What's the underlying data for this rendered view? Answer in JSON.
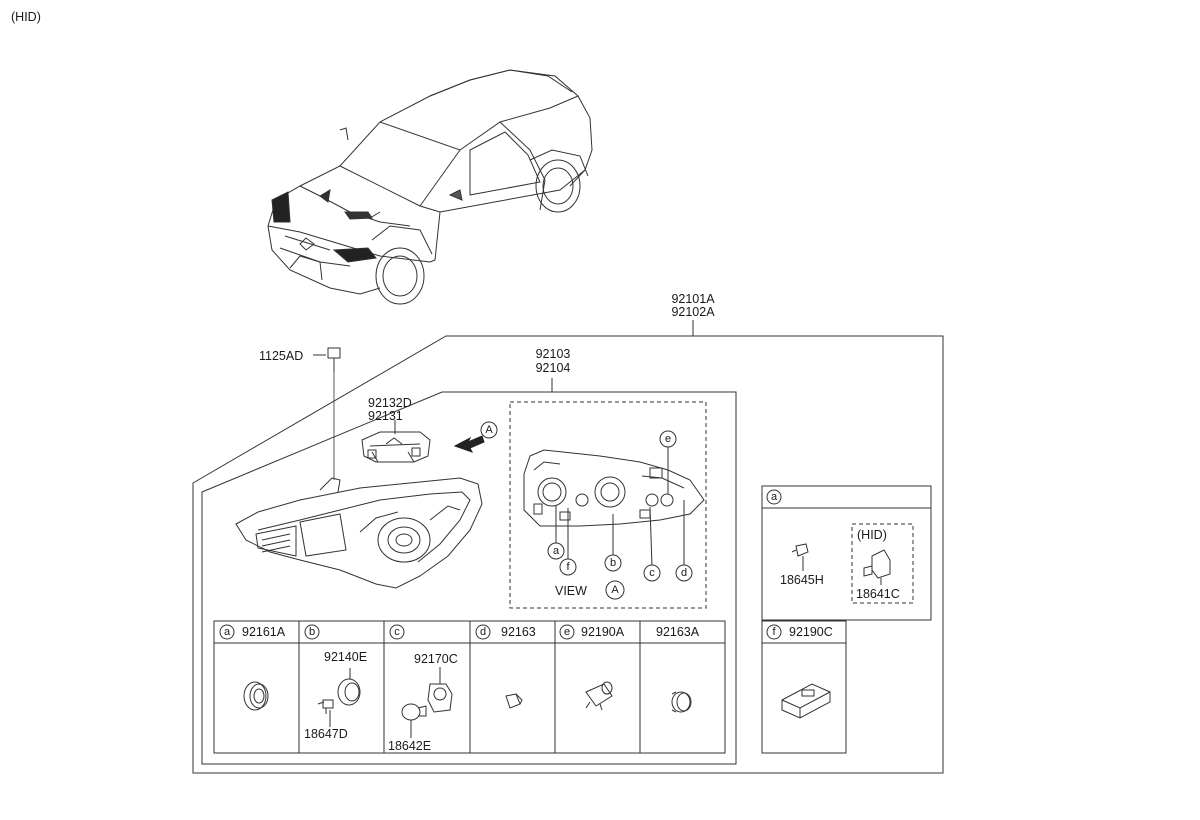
{
  "header": {
    "variant": "(HID)"
  },
  "assembly": {
    "code_1": "92101A",
    "code_2": "92102A"
  },
  "bolt": {
    "code": "1125AD"
  },
  "housing": {
    "code_1": "92103",
    "code_2": "92104"
  },
  "bracket": {
    "code_1": "92132D",
    "code_2": "92131"
  },
  "view_arrow": {
    "letter": "A"
  },
  "view_panel": {
    "view_text": "VIEW",
    "view_letter": "A",
    "markers": [
      "a",
      "f",
      "b",
      "c",
      "d",
      "e"
    ]
  },
  "parts_table": {
    "cells": [
      {
        "letter": "a",
        "code": "92161A",
        "sub_codes": []
      },
      {
        "letter": "b",
        "code": "",
        "sub_codes": [
          "92140E",
          "18647D"
        ]
      },
      {
        "letter": "c",
        "code": "",
        "sub_codes": [
          "92170C",
          "18642E"
        ]
      },
      {
        "letter": "d",
        "code": "92163",
        "sub_codes": []
      },
      {
        "letter": "e",
        "code": "92190A",
        "sub_codes": []
      },
      {
        "letter": "",
        "code": "92163A",
        "sub_codes": []
      }
    ]
  },
  "side_box_a": {
    "letter": "a",
    "left_code": "18645H",
    "hid_label": "(HID)",
    "hid_code": "18641C"
  },
  "side_box_f": {
    "letter": "f",
    "code": "92190C"
  }
}
